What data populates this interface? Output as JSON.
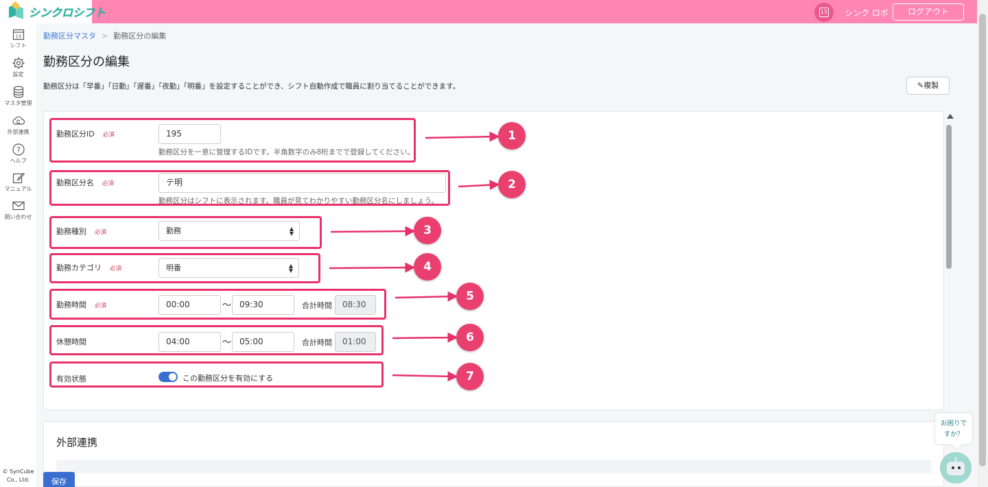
{
  "header": {
    "logo_text": "シンクロシフト",
    "calendar_day": "15",
    "user_name": "シンク ロボ",
    "logout_label": "ログアウト"
  },
  "sidebar": {
    "items": [
      {
        "label": "シフト",
        "icon": "calendar-icon",
        "day": "15"
      },
      {
        "label": "設定",
        "icon": "gear-icon"
      },
      {
        "label": "マスタ管理",
        "icon": "database-icon"
      },
      {
        "label": "外部連携",
        "icon": "cloud-sync-icon"
      },
      {
        "label": "ヘルプ",
        "icon": "help-icon"
      },
      {
        "label": "マニュアル",
        "icon": "edit-icon"
      },
      {
        "label": "問い合わせ",
        "icon": "mail-icon"
      }
    ],
    "copyright_line1": "© SynCube",
    "copyright_line2": "Co., Ltd."
  },
  "breadcrumb": {
    "link": "勤務区分マスタ",
    "separator": ">",
    "current": "勤務区分の編集"
  },
  "page": {
    "title": "勤務区分の編集",
    "description": "勤務区分は「早番」「日勤」「遅番」「夜勤」「明番」を設定することができ、シフト自動作成で職員に割り当てることができます。",
    "copy_label": "複製"
  },
  "form": {
    "required_label": "必須",
    "id": {
      "label": "勤務区分ID",
      "value": "195",
      "help": "勤務区分を一意に管理するIDです。半角数字のみ8桁までで登録してください。"
    },
    "name": {
      "label": "勤務区分名",
      "value": "テ明",
      "help": "勤務区分はシフトに表示されます。職員が見てわかりやすい勤務区分名にしましょう。"
    },
    "type": {
      "label": "勤務種別",
      "selected": "勤務"
    },
    "category": {
      "label": "勤務カテゴリ",
      "selected": "明番"
    },
    "work_time": {
      "label": "勤務時間",
      "start": "00:00",
      "tilde": "〜",
      "end": "09:30",
      "total_label": "合計時間",
      "total": "08:30"
    },
    "break_time": {
      "label": "休憩時間",
      "start": "04:00",
      "tilde": "〜",
      "end": "05:00",
      "total_label": "合計時間",
      "total": "01:00"
    },
    "status": {
      "label": "有効状態",
      "toggle_on": true,
      "toggle_label": "この勤務区分を有効にする"
    }
  },
  "annotations": [
    "1",
    "2",
    "3",
    "4",
    "5",
    "6",
    "7"
  ],
  "external": {
    "title": "外部連携"
  },
  "save_label": "保存",
  "help_bubble": {
    "line1": "お困りで",
    "line2": "すか？"
  },
  "colors": {
    "header": "#ff85b2",
    "annotation": "#e8306b",
    "primary": "#3a6fd1",
    "required": "#d03f5a"
  }
}
